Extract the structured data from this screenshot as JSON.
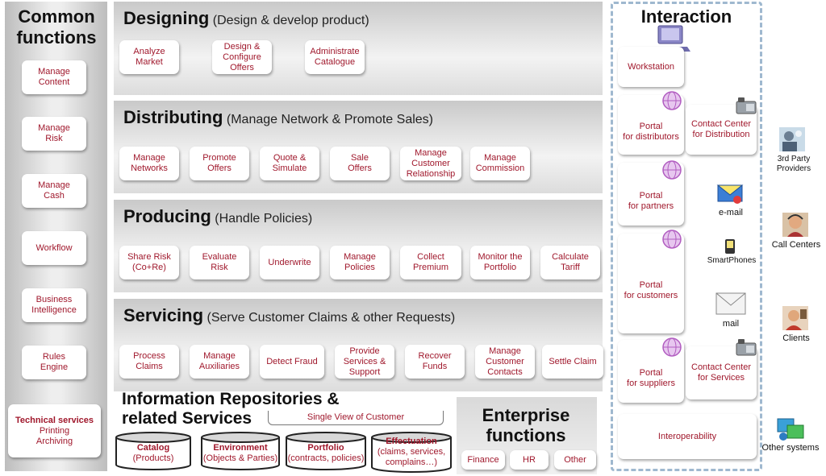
{
  "common": {
    "title": "Common functions",
    "items": [
      "Manage\nContent",
      "Manage\nRisk",
      "Manage\nCash",
      "Workflow",
      "Business\nIntelligence",
      "Rules\nEngine"
    ],
    "technical": {
      "title": "Technical services",
      "lines": "Printing\nArchiving"
    }
  },
  "designing": {
    "title": "Designing",
    "subtitle": "(Design & develop product)",
    "items": [
      "Analyze\nMarket",
      "Design &\nConfigure\nOffers",
      "Administrate\nCatalogue"
    ]
  },
  "distributing": {
    "title": "Distributing",
    "subtitle": "(Manage Network & Promote Sales)",
    "items": [
      "Manage\nNetworks",
      "Promote\nOffers",
      "Quote &\nSimulate",
      "Sale\nOffers",
      "Manage\nCustomer\nRelationship",
      "Manage\nCommission"
    ]
  },
  "producing": {
    "title": "Producing",
    "subtitle": "(Handle Policies)",
    "items": [
      "Share Risk\n(Co+Re)",
      "Evaluate\nRisk",
      "Underwrite",
      "Manage\nPolicies",
      "Collect\nPremium",
      "Monitor the\nPortfolio",
      "Calculate\nTariff"
    ]
  },
  "servicing": {
    "title": "Servicing",
    "subtitle": "(Serve Customer Claims & other Requests)",
    "items": [
      "Process\nClaims",
      "Manage\nAuxiliaries",
      "Detect Fraud",
      "Provide\nServices &\nSupport",
      "Recover\nFunds",
      "Manage\nCustomer\nContacts",
      "Settle Claim"
    ]
  },
  "repositories": {
    "title": "Information Repositories &\nrelated Services",
    "single_view": "Single View of Customer",
    "cylinders": [
      {
        "name": "Catalog",
        "desc": "(Products)"
      },
      {
        "name": "Environment",
        "desc": "(Objects & Parties)"
      },
      {
        "name": "Portfolio",
        "desc": "(contracts, policies)"
      },
      {
        "name": "Effectuation",
        "desc": "(claims, services,\ncomplains…)"
      }
    ]
  },
  "enterprise": {
    "title": "Enterprise functions",
    "items": [
      "Finance",
      "HR",
      "Other"
    ]
  },
  "interaction": {
    "title": "Interaction",
    "workstation": "Workstation",
    "portals": [
      "Portal\nfor distributors",
      "Portal\nfor partners",
      "Portal\nfor customers",
      "Portal\nfor suppliers"
    ],
    "contact_centers": [
      "Contact Center\nfor Distribution",
      "Contact Center\nfor Services"
    ],
    "interoperability": "Interoperability",
    "channels": [
      "e-mail",
      "SmartPhones",
      "mail"
    ]
  },
  "external": [
    "3rd Party\nProviders",
    "Call Centers",
    "Clients",
    "Other systems"
  ],
  "colors": {
    "accent": "#a0182c",
    "dashed_border": "#9fb8cf"
  }
}
